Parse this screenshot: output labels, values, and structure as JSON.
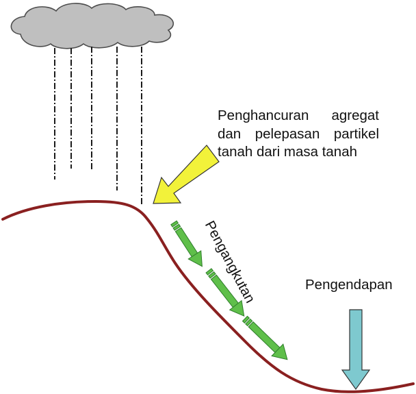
{
  "labels": {
    "detachment_line1": "Penghancuran  agregat",
    "detachment_line2": "dan  pelepasan  partikel",
    "detachment_line3": "tanah dari masa tanah",
    "transport": "Pengangkutan",
    "deposition": "Pengendapan"
  },
  "colors": {
    "cloud_fill": "#bfbfbf",
    "cloud_stroke": "#4d4d4d",
    "rain": "#1a1a1a",
    "slope": "#8a2020",
    "detachment_arrow": "#f2f23a",
    "transport_arrow": "#5fbf4a",
    "transport_arrow_dark": "#2e7d2a",
    "deposition_arrow": "#7ec9cf"
  },
  "icons": {
    "cloud": "cloud-icon",
    "rain": "rain-icon"
  }
}
